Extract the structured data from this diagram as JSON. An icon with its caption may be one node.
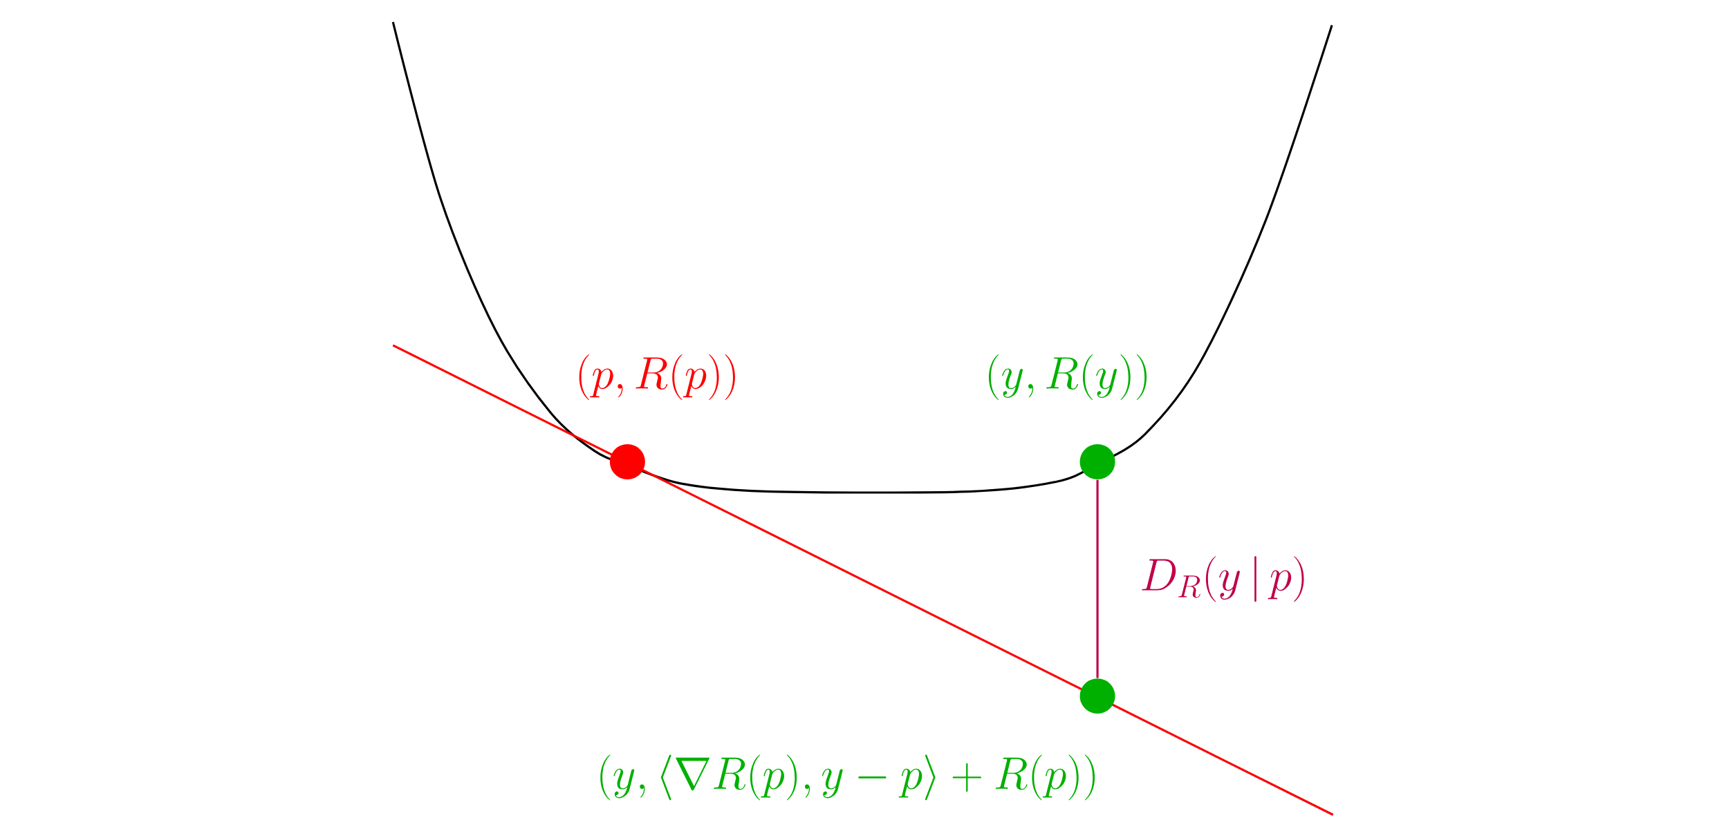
{
  "diagram": {
    "nodes": [
      {
        "text": [],
        "shape": "circle",
        "beside": [
          "\\big(p,R(p)\\big)"
        ]
      },
      {
        "text": [],
        "shape": "circle",
        "beside": [
          "\\big(y,R(y)\\big)"
        ]
      },
      {
        "text": [],
        "shape": "circle",
        "beside": [
          "\\big(y,\\langle\\nabla R(p),y-p\\rangle+R(p)\\big)"
        ]
      }
    ],
    "edges": [
      {
        "from": 1,
        "to": 2,
        "arrow": "none",
        "label": "D_R(y\\,|\\,p)",
        "color": "#c0004a"
      }
    ]
  }
}
